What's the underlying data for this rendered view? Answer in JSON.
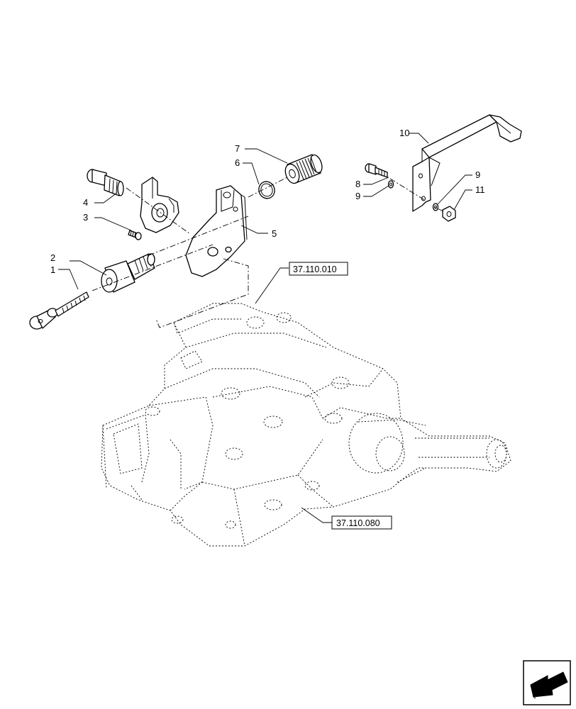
{
  "callouts": [
    "1",
    "2",
    "3",
    "4",
    "5",
    "6",
    "7",
    "8",
    "9",
    "9",
    "10",
    "11"
  ],
  "references": [
    "37.110.010",
    "37.110.080"
  ],
  "icons": {
    "nav": "next-page-arrow-icon"
  }
}
